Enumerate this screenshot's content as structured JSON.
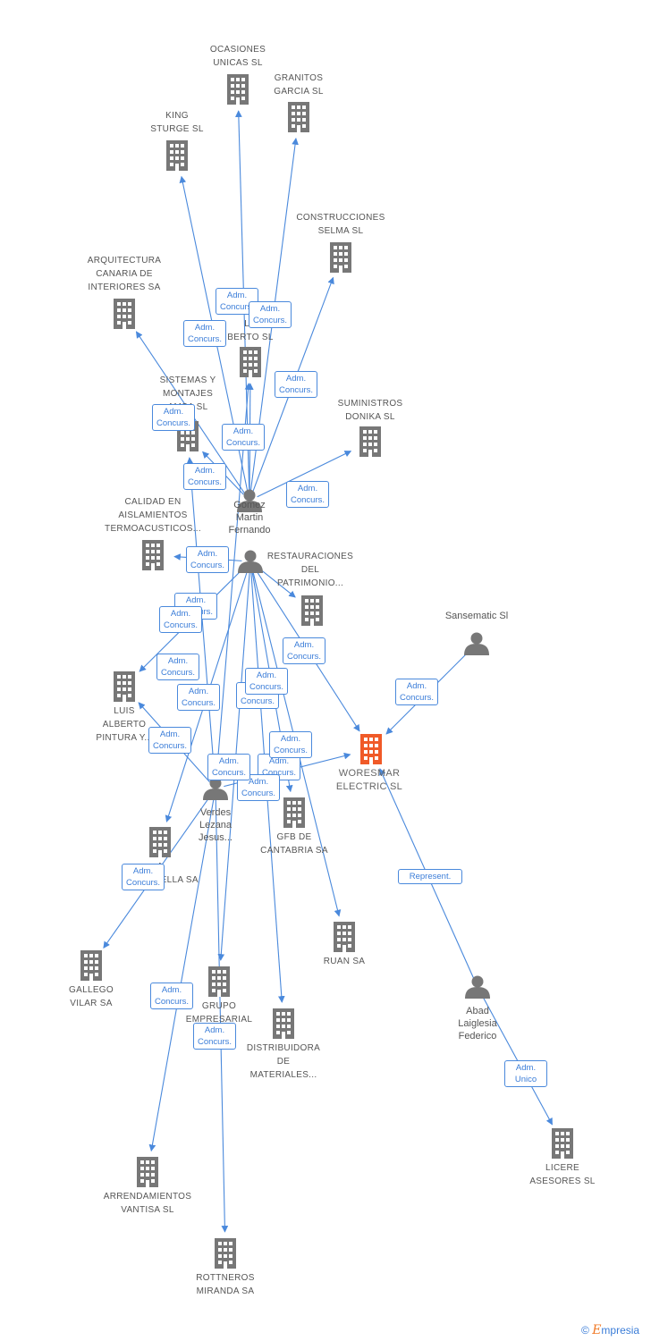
{
  "colors": {
    "edge": "#4a89dc",
    "company": "#777777",
    "main_company": "#f05a28",
    "person": "#777777"
  },
  "brand": {
    "copyright": "©",
    "logo_e": "E",
    "logo_rest": "mpresia"
  },
  "nodes": [
    {
      "id": "ocasiones",
      "type": "company",
      "label": "OCASIONES\nUNICAS SL"
    },
    {
      "id": "granitos",
      "type": "company",
      "label": "GRANITOS\nGARCIA SL"
    },
    {
      "id": "king",
      "type": "company",
      "label": "KING\nSTURGE SL"
    },
    {
      "id": "construcciones",
      "type": "company",
      "label": "CONSTRUCCIONES\nSELMA SL"
    },
    {
      "id": "arquitectura",
      "type": "company",
      "label": "ARQUITECTURA\nCANARIA DE\nINTERIORES SA"
    },
    {
      "id": "luisberto",
      "type": "company",
      "label": "LU\nBERTO SL"
    },
    {
      "id": "sistemas",
      "type": "company",
      "label": "SISTEMAS Y\nMONTAJES\nAMSA SL"
    },
    {
      "id": "suministros",
      "type": "company",
      "label": "SUMINISTROS\nDONIKA SL"
    },
    {
      "id": "gomez",
      "type": "person",
      "label": "Gomez\nMartin\nFernando"
    },
    {
      "id": "calidad",
      "type": "company",
      "label": "CALIDAD EN\nAISLAMIENTOS\nTERMOACUSTICOS..."
    },
    {
      "id": "restauraciones",
      "type": "company",
      "label": "RESTAURACIONES\nDEL\nPATRIMONIO..."
    },
    {
      "id": "sansematic",
      "type": "person",
      "label": "Sansematic Sl"
    },
    {
      "id": "luispintura",
      "type": "company",
      "label": "LUIS\nALBERTO\nPINTURA Y..."
    },
    {
      "id": "woresmar",
      "type": "main",
      "label": "WORESMAR\nELECTRIC SL"
    },
    {
      "id": "verdes",
      "type": "person",
      "label": "Verdes\nLezana\nJesus..."
    },
    {
      "id": "gfb",
      "type": "company",
      "label": "GFB DE\nCANTABRIA SA"
    },
    {
      "id": "escandella",
      "type": "company",
      "label": "A\nESCANDELLA SA"
    },
    {
      "id": "ruan",
      "type": "company",
      "label": "RUAN SA"
    },
    {
      "id": "gallego",
      "type": "company",
      "label": "GALLEGO\nVILAR SA"
    },
    {
      "id": "grupo",
      "type": "company",
      "label": "GRUPO\nEMPRESARIAL\nS..."
    },
    {
      "id": "abad",
      "type": "person",
      "label": "Abad\nLaiglesia\nFederico"
    },
    {
      "id": "distribuidora",
      "type": "company",
      "label": "DISTRIBUIDORA\nDE\nMATERIALES..."
    },
    {
      "id": "licere",
      "type": "company",
      "label": "LICERE\nASESORES SL"
    },
    {
      "id": "arrendamientos",
      "type": "company",
      "label": "ARRENDAMIENTOS\nVANTISA SL"
    },
    {
      "id": "rottneros",
      "type": "company",
      "label": "ROTTNEROS\nMIRANDA SA"
    },
    {
      "id": "hub",
      "type": "person",
      "label": ""
    }
  ],
  "edges": [
    {
      "from": "gomez",
      "to": "ocasiones",
      "label": "Adm.\nConcurs."
    },
    {
      "from": "gomez",
      "to": "granitos",
      "label": "Adm.\nConcurs."
    },
    {
      "from": "gomez",
      "to": "king",
      "label": "Adm.\nConcurs."
    },
    {
      "from": "gomez",
      "to": "construcciones",
      "label": "Adm.\nConcurs."
    },
    {
      "from": "gomez",
      "to": "arquitectura",
      "label": "Adm.\nConcurs."
    },
    {
      "from": "gomez",
      "to": "luisberto",
      "label": "Adm.\nConcurs."
    },
    {
      "from": "gomez",
      "to": "sistemas",
      "label": "Adm.\nConcurs."
    },
    {
      "from": "gomez",
      "to": "suministros",
      "label": "Adm.\nConcurs."
    },
    {
      "from": "hub",
      "to": "calidad",
      "label": "Adm.\nConcurs."
    },
    {
      "from": "hub",
      "to": "restauraciones",
      "label": "Adm.\nConcurs."
    },
    {
      "from": "hub",
      "to": "luispintura",
      "label": "Adm.\nConcurs."
    },
    {
      "from": "hub",
      "to": "woresmar",
      "label": "Adm.\nConcurs."
    },
    {
      "from": "hub",
      "to": "gfb",
      "label": "Adm.\nConcurs."
    },
    {
      "from": "hub",
      "to": "ruan",
      "label": "Adm.\nConcurs."
    },
    {
      "from": "hub",
      "to": "escandella",
      "label": "Adm.\nConcurs."
    },
    {
      "from": "hub",
      "to": "distribuidora",
      "label": "Adm.\nConcurs."
    },
    {
      "from": "hub",
      "to": "grupo",
      "label": "Adm.\nConcurs."
    },
    {
      "from": "verdes",
      "to": "woresmar",
      "label": "Adm.\nConcurs."
    },
    {
      "from": "verdes",
      "to": "gallego",
      "label": "Adm.\nConcurs."
    },
    {
      "from": "verdes",
      "to": "arrendamientos",
      "label": "Adm.\nConcurs."
    },
    {
      "from": "verdes",
      "to": "rottneros",
      "label": "Adm.\nConcurs."
    },
    {
      "from": "verdes",
      "to": "luispintura",
      "label": "Adm.\nConcurs."
    },
    {
      "from": "verdes",
      "to": "sistemas",
      "label": "Adm.\nConcurs."
    },
    {
      "from": "verdes",
      "to": "luisberto",
      "label": "Adm.\nConcurs."
    },
    {
      "from": "sansematic",
      "to": "woresmar",
      "label": "Adm.\nConcurs."
    },
    {
      "from": "abad",
      "to": "woresmar",
      "label": "Represent."
    },
    {
      "from": "abad",
      "to": "licere",
      "label": "Adm.\nUnico"
    }
  ]
}
